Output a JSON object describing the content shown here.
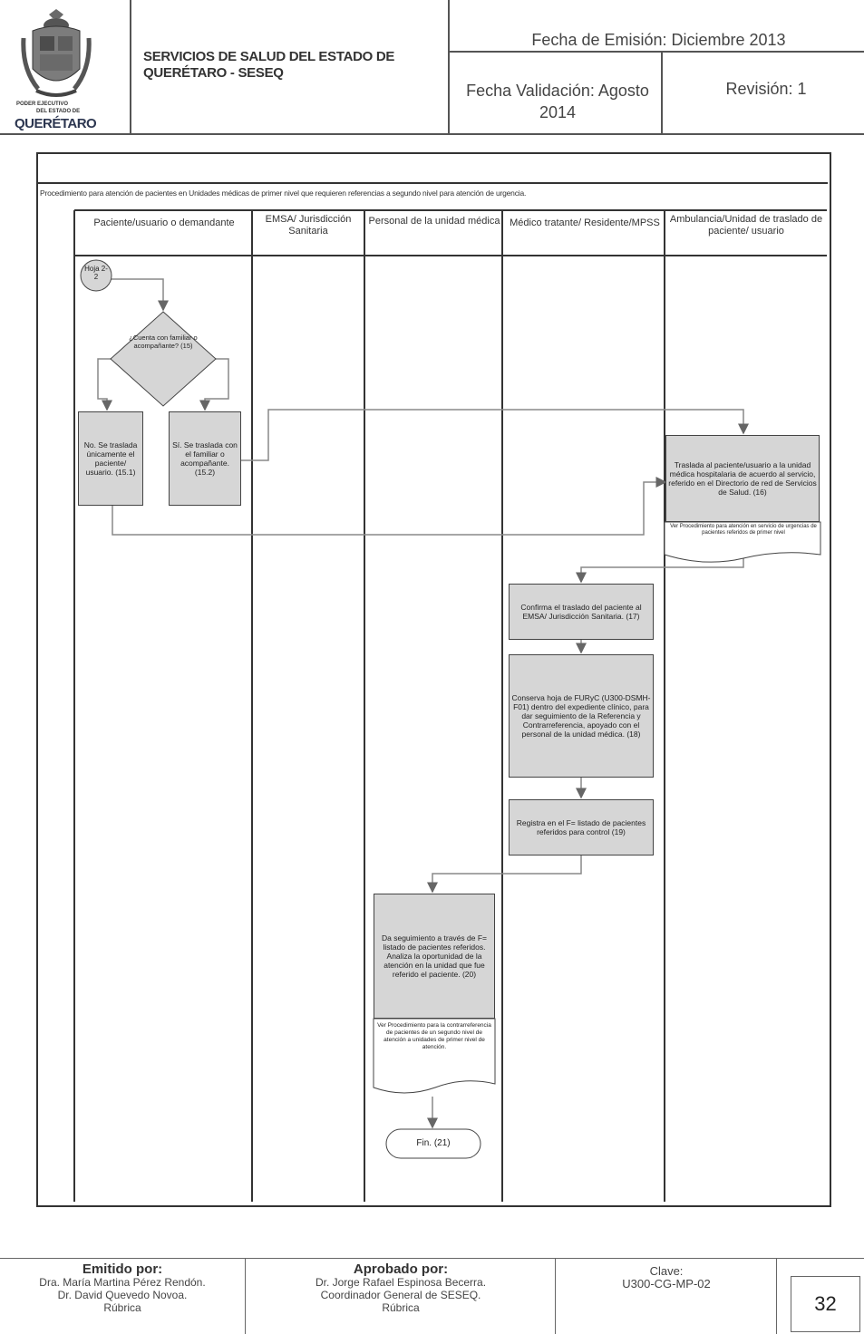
{
  "header": {
    "org": "SERVICIOS DE SALUD DEL ESTADO DE QUERÉTARO - SESEQ",
    "fecha_emision": "Fecha de Emisión: Diciembre 2013",
    "fecha_validacion": "Fecha Validación: Agosto 2014",
    "revision": "Revisión: 1",
    "logo_line1": "PODER EJECUTIVO",
    "logo_line2": "DEL ESTADO DE",
    "logo_line3": "QUERÉTARO"
  },
  "diagram": {
    "title": "Procedimiento para atención de pacientes en Unidades médicas de primer nivel que requieren referencias a segundo nivel para atención de urgencia.",
    "lanes": [
      "Paciente/usuario o demandante",
      "EMSA/ Jurisdicción Sanitaria",
      "Personal de la unidad médica",
      "Médico tratante/ Residente/MPSS",
      "Ambulancia/Unidad de traslado de paciente/ usuario"
    ],
    "nodes": {
      "connector": "Hoja 2-2",
      "decision": "¿Cuenta con familiar o acompañante? (15)",
      "n15_1": "No. Se traslada únicamente el paciente/ usuario. (15.1)",
      "n15_2": "Sí. Se traslada con el familiar o acompañante. (15.2)",
      "n16": "Traslada al paciente/usuario a la unidad médica hospitalaria de acuerdo al servicio, referido en el Directorio de red de Servicios de Salud. (16)",
      "n16_note": "Ver Procedimiento para atención en servicio de urgencias de pacientes referidos de primer nivel",
      "n17": "Confirma el traslado del paciente al EMSA/ Jurisdicción Sanitaria. (17)",
      "n18": "Conserva hoja de FURyC (U300-DSMH-F01) dentro del expediente clínico, para dar seguimiento de la Referencia y Contrarreferencia, apoyado con el personal de la unidad médica. (18)",
      "n19": "Registra en el F= listado de pacientes referidos para control (19)",
      "n20": "Da seguimiento a través de F= listado de pacientes referidos. Analiza la oportunidad de la atención en la unidad que fue referido el paciente. (20)",
      "n20_note": "Ver Procedimiento para la contrarreferencia de pacientes de un segundo nivel de atención a unidades de primer nivel de atención.",
      "fin": "Fin. (21)"
    }
  },
  "footer": {
    "emitido_label": "Emitido por:",
    "emitido_1": "Dra. María Martina Pérez Rendón.",
    "emitido_2": "Dr. David Quevedo Novoa.",
    "emitido_3": "Rúbrica",
    "aprobado_label": "Aprobado por:",
    "aprobado_1": "Dr. Jorge Rafael Espinosa Becerra.",
    "aprobado_2": "Coordinador General de SESEQ.",
    "aprobado_3": "Rúbrica",
    "clave_label": "Clave:",
    "clave_value": "U300-CG-MP-02",
    "page": "32"
  }
}
